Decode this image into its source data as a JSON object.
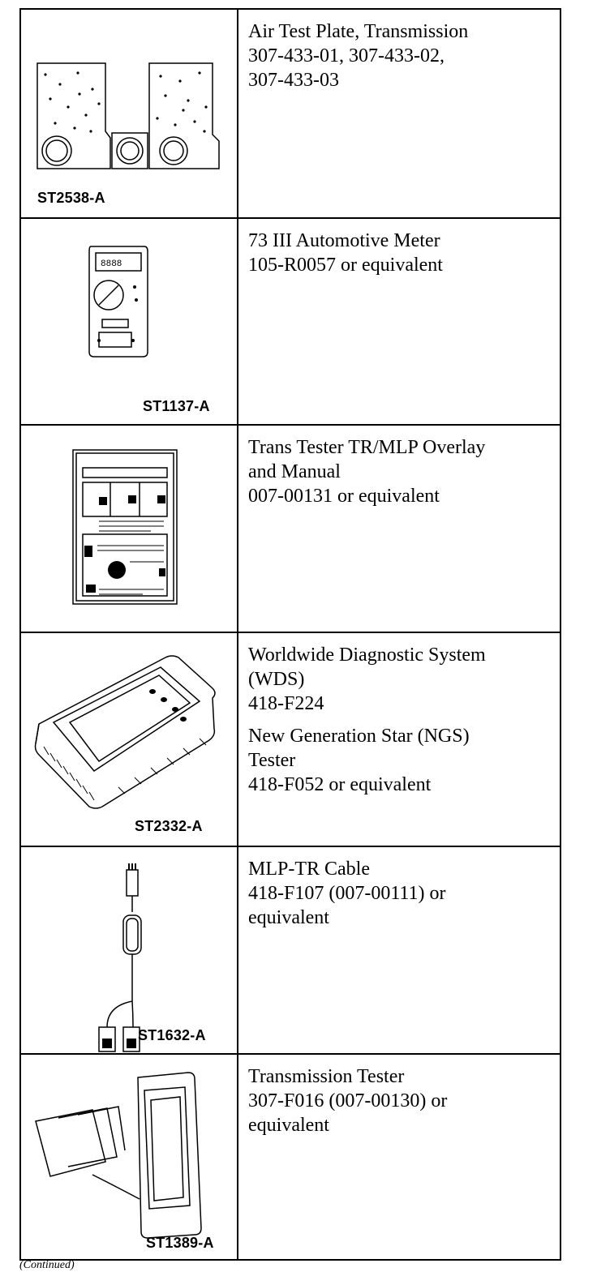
{
  "tools": [
    {
      "figure_id": "ST2538-A",
      "icon": "air-test-plate-drawing",
      "lines": [
        "Air Test Plate, Transmission",
        "307-433-01, 307-433-02,",
        "307-433-03"
      ]
    },
    {
      "figure_id": "ST1137-A",
      "icon": "automotive-meter-drawing",
      "lines": [
        "73 III Automotive Meter",
        "105-R0057 or equivalent"
      ]
    },
    {
      "figure_id": "",
      "icon": "overlay-manual-drawing",
      "lines": [
        "Trans Tester TR/MLP Overlay",
        "and Manual",
        "007-00131 or equivalent"
      ]
    },
    {
      "figure_id": "ST2332-A",
      "icon": "diagnostic-tablet-drawing",
      "lines": [
        "Worldwide Diagnostic System",
        "(WDS)",
        "418-F224"
      ],
      "lines2": [
        "New Generation Star (NGS)",
        "Tester",
        "418-F052 or equivalent"
      ]
    },
    {
      "figure_id": "ST1632-A",
      "icon": "cable-drawing",
      "lines": [
        "MLP-TR Cable",
        "418-F107 (007-00111) or",
        "equivalent"
      ]
    },
    {
      "figure_id": "ST1389-A",
      "icon": "transmission-tester-drawing",
      "lines": [
        "Transmission Tester",
        "307-F016 (007-00130) or",
        "equivalent"
      ]
    }
  ],
  "footer": "(Continued)"
}
